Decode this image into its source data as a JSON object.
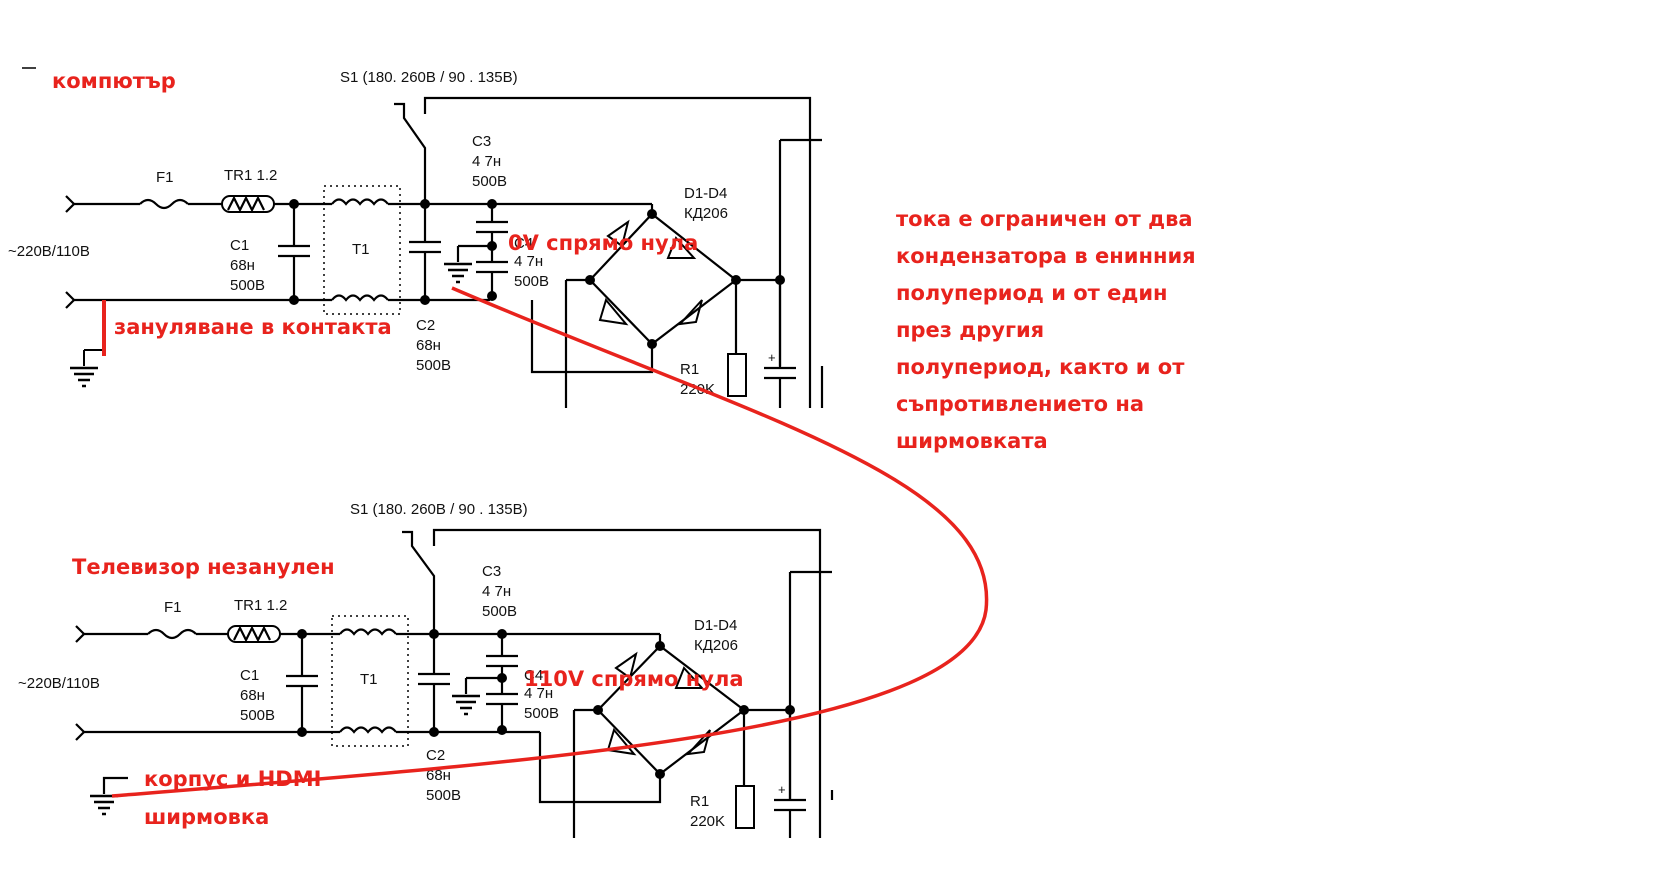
{
  "top_circuit": {
    "title": "компютър",
    "switch_label": "S1 (180.  260В /  90 . 135В)",
    "fuse": "F1",
    "thermistor": "TR1 1.2",
    "input": "~220В/110В",
    "c1": [
      "C1",
      "68н",
      "500В"
    ],
    "t1": "T1",
    "c2": [
      "C2",
      "68н",
      "500В"
    ],
    "c3": [
      "C3",
      "4 7н",
      "500В"
    ],
    "c4": [
      "C4",
      "4 7н",
      "500В"
    ],
    "bridge": [
      "D1-D4",
      "КД206"
    ],
    "r1": [
      "R1",
      "220K"
    ],
    "note_zero_v": "0V спрямо нула",
    "note_grounding": "зануляване в контакта"
  },
  "bottom_circuit": {
    "title": "Телевизор незанулен",
    "switch_label": "S1 (180.  260В /  90 . 135В)",
    "fuse": "F1",
    "thermistor": "TR1 1.2",
    "input": "~220В/110В",
    "c1": [
      "C1",
      "68н",
      "500В"
    ],
    "t1": "T1",
    "c2": [
      "C2",
      "68н",
      "500В"
    ],
    "c3": [
      "C3",
      "4 7н",
      "500В"
    ],
    "c4": [
      "C4",
      "4 7н",
      "500В"
    ],
    "bridge": [
      "D1-D4",
      "КД206"
    ],
    "r1": [
      "R1",
      "220K"
    ],
    "note_110v": "110V спрямо нула",
    "note_case": [
      "корпус и HDMI",
      "ширмовка"
    ]
  },
  "explanation": [
    "тока е ограничен от два",
    "кондензатора в енинния",
    "полупериод и от един",
    "през другия",
    "полупериод, както и от",
    "съпротивлението на",
    "ширмовката"
  ],
  "colors": {
    "annotation": "#e8231d",
    "schematic": "#000000"
  }
}
